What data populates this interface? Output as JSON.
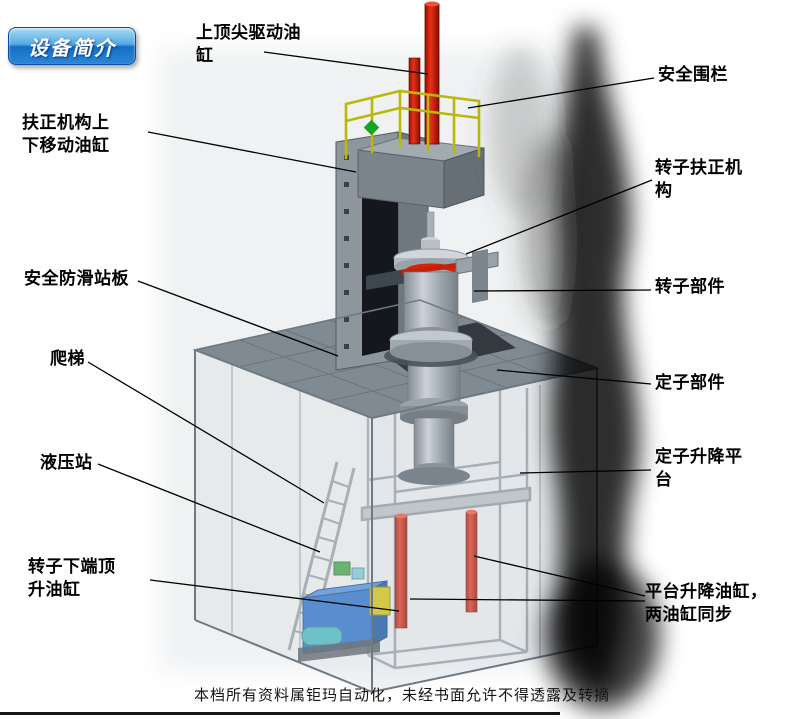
{
  "badge": {
    "label": "设备简介"
  },
  "callouts": [
    {
      "name": "upper-tip-drive-cylinder",
      "text": "上顶尖驱动油\n缸"
    },
    {
      "name": "safety-fence",
      "text": "安全围栏"
    },
    {
      "name": "centering-mechanism-lift-cylinder",
      "text": "扶正机构上\n下移动油缸"
    },
    {
      "name": "rotor-centering-mechanism",
      "text": "转子扶正机\n构"
    },
    {
      "name": "anti-slip-standing-plate",
      "text": "安全防滑站板"
    },
    {
      "name": "rotor-component",
      "text": "转子部件"
    },
    {
      "name": "ladder",
      "text": "爬梯"
    },
    {
      "name": "stator-component",
      "text": "定子部件"
    },
    {
      "name": "hydraulic-station",
      "text": "液压站"
    },
    {
      "name": "stator-lifting-platform",
      "text": "定子升降平\n台"
    },
    {
      "name": "rotor-bottom-jacking-cylinder",
      "text": "转子下端顶\n升油缸"
    },
    {
      "name": "platform-lifting-cylinders",
      "text": "平台升降油缸，\n两油缸同步"
    }
  ],
  "footer": {
    "text": "本档所有资料属钜玛自动化，未经书面允许不得透露及转摘"
  },
  "colors": {
    "cylinder_red": "#cc1505",
    "railing_yellow": "#b9b90a",
    "hydraulic_blue": "#1565c8",
    "badge_blue": "#1270c4",
    "structure_gray": "#7f8a92"
  }
}
